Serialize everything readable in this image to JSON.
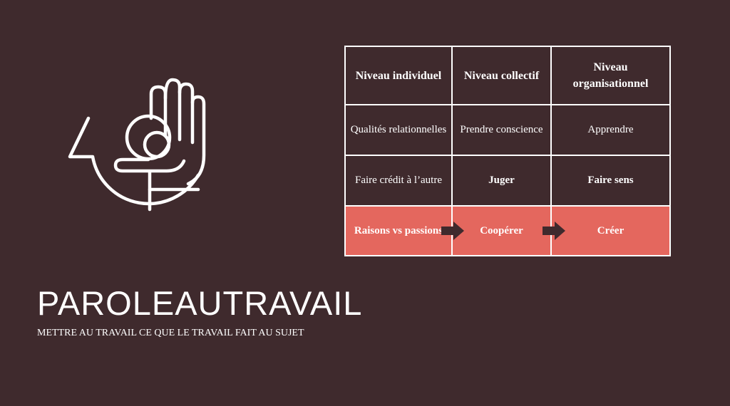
{
  "brand": {
    "title": "PAROLEAUTRAVAIL",
    "tagline": "METTRE AU TRAVAIL CE QUE LE TRAVAIL FAIT AU SUJET",
    "logo_icon": "hand-with-circle-icon"
  },
  "table": {
    "headers": {
      "col1": "Niveau individuel",
      "col2": "Niveau collectif",
      "col3": "Niveau organisationnel"
    },
    "row1": {
      "col1": "Qualités relationnelles",
      "col2": "Prendre conscience",
      "col3": "Apprendre"
    },
    "row2": {
      "col1": "Faire crédit à l’autre",
      "col2": "Juger",
      "col3": "Faire sens"
    },
    "row3": {
      "col1": "Raisons vs passions",
      "col2": "Coopérer",
      "col3": "Créer"
    },
    "arrow_icon": "arrow-right-icon"
  },
  "colors": {
    "background": "#3f2a2d",
    "highlight": "#e4675e",
    "text": "#ffffff",
    "arrow": "#3f2a2d"
  }
}
